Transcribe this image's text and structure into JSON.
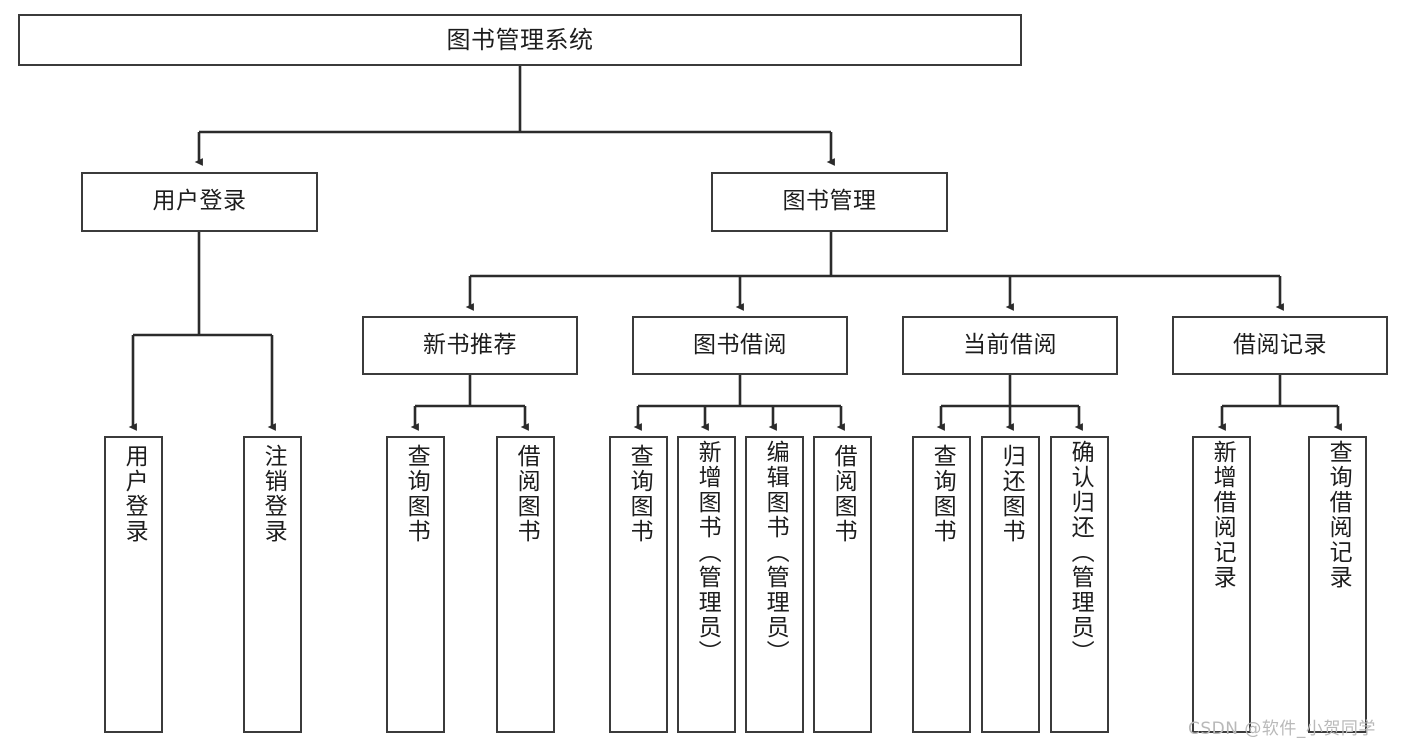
{
  "diagram": {
    "title": "图书管理系统",
    "type": "tree-hierarchy",
    "watermark": "CSDN @软件_小贺同学",
    "colors": {
      "box_border": "#3b3b3b",
      "box_fill": "#ffffff",
      "edge": "#2b2b2b",
      "text": "#1d1d1d",
      "watermark": "#b9b9b9"
    }
  },
  "nodes": {
    "root": {
      "label": "图书管理系统"
    },
    "level2": [
      {
        "id": "user-login",
        "label": "用户登录"
      },
      {
        "id": "book-manage",
        "label": "图书管理"
      }
    ],
    "level3": [
      {
        "id": "new-book-recommend",
        "label": "新书推荐"
      },
      {
        "id": "book-borrow",
        "label": "图书借阅"
      },
      {
        "id": "current-borrow",
        "label": "当前借阅"
      },
      {
        "id": "borrow-record",
        "label": "借阅记录"
      }
    ],
    "leaves": {
      "user-login": [
        {
          "id": "leaf-user-login",
          "label": "用户登录"
        },
        {
          "id": "leaf-logout-login",
          "label": "注销登录"
        }
      ],
      "new-book-recommend": [
        {
          "id": "leaf-query-book-1",
          "label": "查询图书"
        },
        {
          "id": "leaf-borrow-book-1",
          "label": "借阅图书"
        }
      ],
      "book-borrow": [
        {
          "id": "leaf-query-book-2",
          "label": "查询图书"
        },
        {
          "id": "leaf-add-book-admin",
          "label": "新增图书（管理员）"
        },
        {
          "id": "leaf-edit-book-admin",
          "label": "编辑图书（管理员）"
        },
        {
          "id": "leaf-borrow-book-2",
          "label": "借阅图书"
        }
      ],
      "current-borrow": [
        {
          "id": "leaf-query-book-3",
          "label": "查询图书"
        },
        {
          "id": "leaf-return-book",
          "label": "归还图书"
        },
        {
          "id": "leaf-confirm-return-admin",
          "label": "确认归还（管理员）"
        }
      ],
      "borrow-record": [
        {
          "id": "leaf-add-borrow-record",
          "label": "新增借阅记录"
        },
        {
          "id": "leaf-query-borrow-record",
          "label": "查询借阅记录"
        }
      ]
    }
  }
}
